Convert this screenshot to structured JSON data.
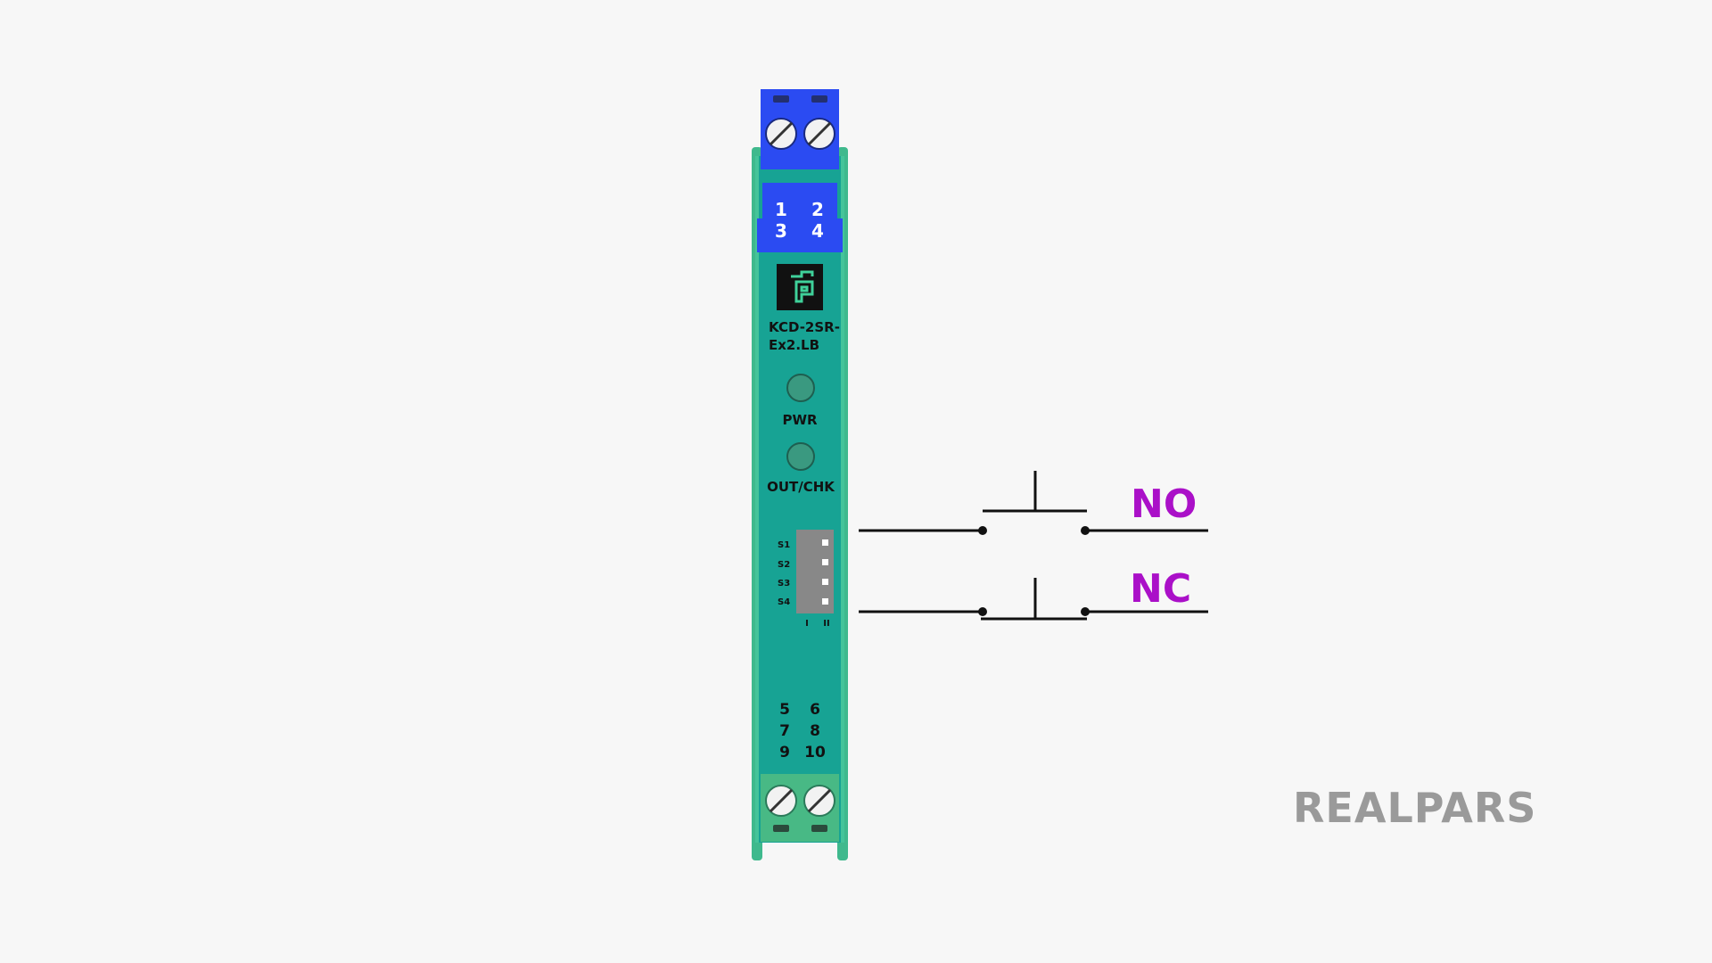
{
  "module": {
    "top_terminal_labels": [
      "1",
      "2",
      "3",
      "4"
    ],
    "bottom_terminal_labels": [
      "5",
      "6",
      "7",
      "8",
      "9",
      "10"
    ],
    "model_line1": "KCD-2SR-",
    "model_line2": "Ex2.LB",
    "led_pwr_label": "PWR",
    "led_out_label": "OUT/CHK",
    "switch_labels": [
      "S1",
      "S2",
      "S3",
      "S4"
    ],
    "switch_pos_I": "I",
    "switch_pos_II": "II"
  },
  "contacts": {
    "no_label": "NO",
    "nc_label": "NC"
  },
  "brand": {
    "watermark": "REALPARS"
  },
  "colors": {
    "background": "#f7f7f7",
    "module_body": "#17a394",
    "module_edge": "#3fb98d",
    "terminal_top": "#2b4bf2",
    "terminal_bottom": "#48b985",
    "label_text": "#111111",
    "contact_label": "#aa10c8",
    "wire": "#111111",
    "watermark": "#9a9a9a"
  }
}
